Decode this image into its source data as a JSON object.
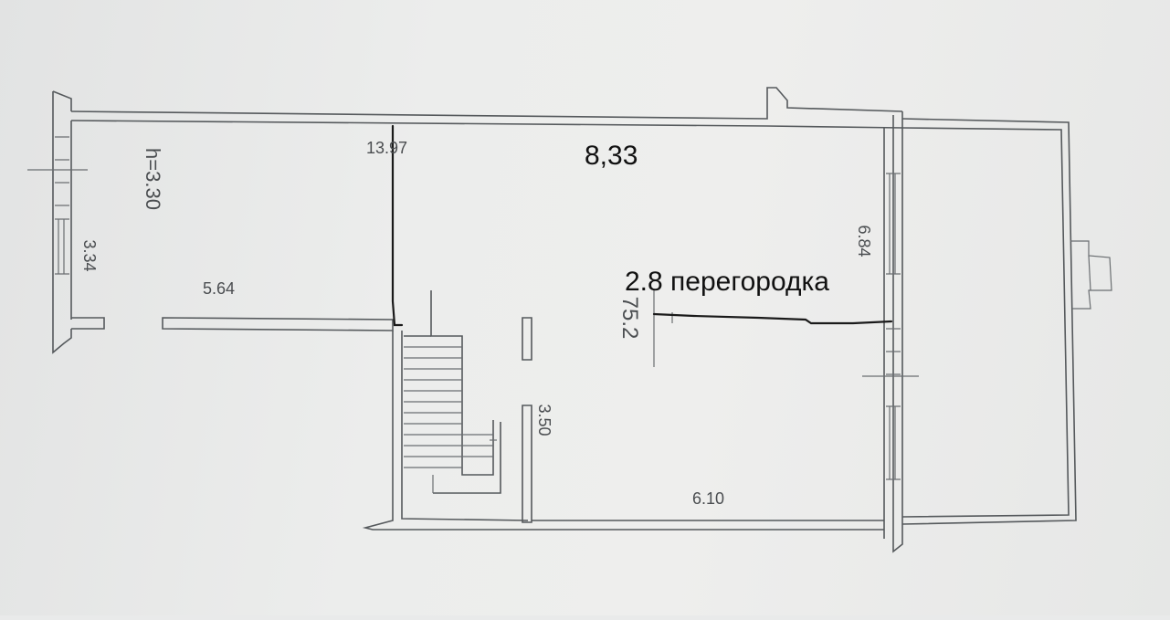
{
  "plan": {
    "labels": {
      "height": "h=3.30",
      "wall_top": "13.97",
      "wall_left": "3.34",
      "room_left_width": "5.64",
      "stair_wall": "3.50",
      "room_bottom": "6.10",
      "wall_right": "6.84",
      "area": "75.2"
    },
    "annotations": {
      "top_note": "8,33",
      "partition_note": "2.8 перегородка"
    }
  }
}
